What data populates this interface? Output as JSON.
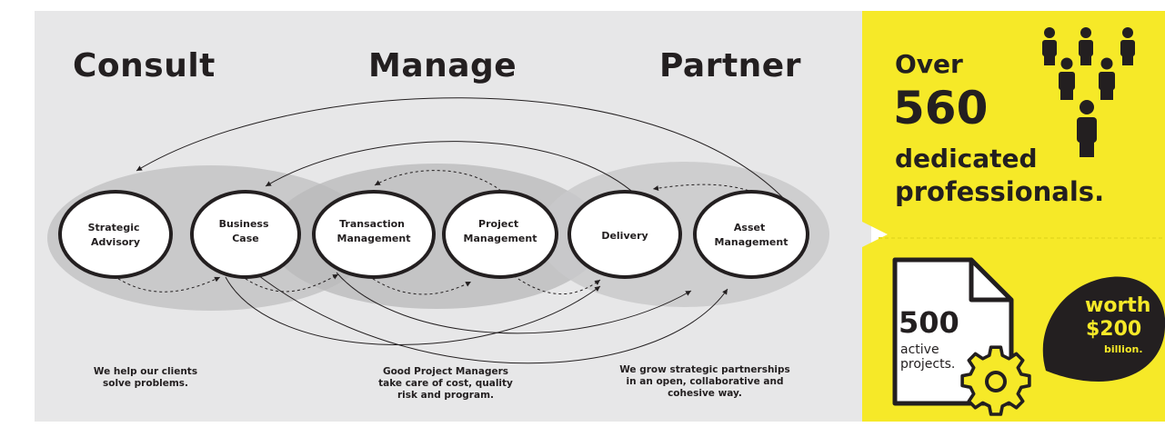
{
  "colors": {
    "background": "#e7e7e8",
    "accent": "#f6e928",
    "ink": "#231f20",
    "ellipse_shade": "#c9c9ca",
    "node_fill": "#ffffff"
  },
  "headings": {
    "consult": "Consult",
    "manage": "Manage",
    "partner": "Partner"
  },
  "nodes": [
    {
      "id": "strategic-advisory",
      "lines": [
        "Strategic",
        "Advisory"
      ]
    },
    {
      "id": "business-case",
      "lines": [
        "Business",
        "Case"
      ]
    },
    {
      "id": "transaction-management",
      "lines": [
        "Transaction",
        "Management"
      ]
    },
    {
      "id": "project-management",
      "lines": [
        "Project",
        "Management"
      ]
    },
    {
      "id": "delivery",
      "lines": [
        "Delivery"
      ]
    },
    {
      "id": "asset-management",
      "lines": [
        "Asset",
        "Management"
      ]
    }
  ],
  "captions": {
    "consult": [
      "We help our clients",
      "solve problems."
    ],
    "manage": [
      "Good Project Managers",
      "take care of cost, quality",
      "risk and program."
    ],
    "partner": [
      "We grow strategic partnerships",
      "in an open, collaborative and",
      "cohesive way."
    ]
  },
  "stats": {
    "over": "Over",
    "count": "560",
    "dedicated": "dedicated",
    "professionals": "professionals.",
    "projects_count": "500",
    "active": "active",
    "projects": "projects.",
    "worth": "worth",
    "amount": "$200",
    "billion": "billion."
  },
  "icons": {
    "people": "people-group-icon",
    "document": "document-icon",
    "gear": "gear-icon",
    "speech_bubble": "speech-bubble-icon"
  }
}
